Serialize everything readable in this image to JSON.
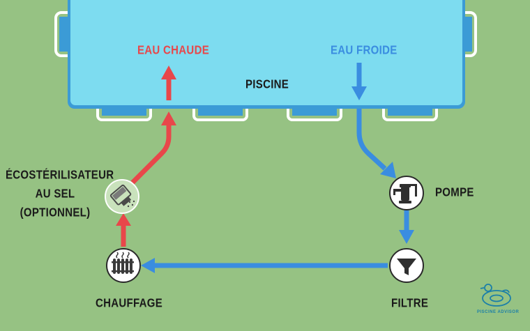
{
  "labels": {
    "hot_water": "EAU CHAUDE",
    "cold_water": "EAU FROIDE",
    "pool": "PISCINE",
    "pump": "POMPE",
    "filter": "FILTRE",
    "heater": "CHAUFFAGE",
    "sterilizer_line1": "ÉCOSTÉRILISATEUR",
    "sterilizer_line2": "AU SEL",
    "sterilizer_line3": "(OPTIONNEL)"
  },
  "logo": {
    "text": "PISCINE ADVISOR"
  },
  "colors": {
    "background": "#96c283",
    "pool_water": "#7ddcf0",
    "pool_frame": "#3b9bd6",
    "hot_flow": "#e8474a",
    "cold_flow": "#3a8de0",
    "node_fill": "#ffffff",
    "node_stroke": "#2a2a2a",
    "sterilizer_fill": "#c9e2bc"
  },
  "icons": {
    "pump": "hand-pump-icon",
    "filter": "funnel-filter-icon",
    "heater": "radiator-icon",
    "sterilizer": "salt-cell-icon",
    "logo": "duck-float-icon"
  }
}
